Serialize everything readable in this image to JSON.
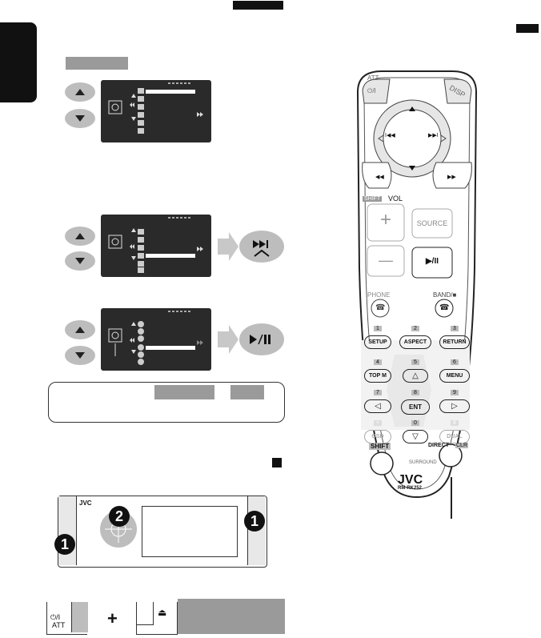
{
  "remote": {
    "att_label": "ATT",
    "power_label": "⏻/I",
    "disp_label": "DISP",
    "vol_label": "VOL",
    "vol_badge": "SHIFT",
    "plus": "+",
    "minus": "—",
    "source_label": "SOURCE",
    "play_pause_label": "▶/II",
    "phone_label": "PHONE",
    "band_label": "BAND/■",
    "keys": [
      {
        "num": "1",
        "label": "SETUP"
      },
      {
        "num": "2",
        "label": "ASPECT"
      },
      {
        "num": "3",
        "label": "RETURN"
      },
      {
        "num": "4",
        "label": "TOP M"
      },
      {
        "num": "5",
        "label": "△"
      },
      {
        "num": "6",
        "label": "MENU"
      },
      {
        "num": "7",
        "label": "◁"
      },
      {
        "num": "8",
        "label": "ENT"
      },
      {
        "num": "9",
        "label": "▷"
      },
      {
        "num": "+",
        "label": "OSD"
      },
      {
        "num": "0",
        "label": "▽"
      },
      {
        "num": "#",
        "label": "DUAL"
      }
    ],
    "shift_label": "SHIFT",
    "direct_label": "DIRECT",
    "clr_label": "CLR",
    "surround_label": "SURROUND",
    "brand": "JVC",
    "model": "RM-RK252"
  },
  "unit": {
    "brand": "JVC",
    "step1": "1",
    "step2": "2"
  },
  "bottom": {
    "power_label": "⏻/I",
    "att_label": "ATT",
    "plus": "+",
    "eject": "⏏"
  },
  "colors": {
    "dark": "#111111",
    "gray": "#9a9a9a",
    "screen": "#2a2a2a",
    "button": "#bdbdbd"
  }
}
